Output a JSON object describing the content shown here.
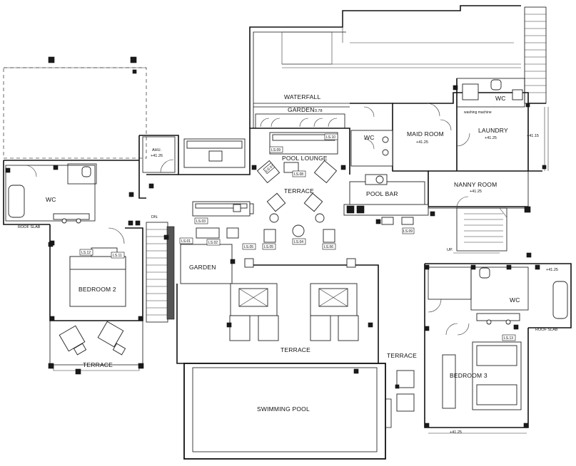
{
  "rooms": {
    "waterfall": "WATERFALL",
    "garden_top": "GARDEN",
    "garden_top_level": "-3.78",
    "pool_lounge": "POOL LOUNGE",
    "terrace_main": "TERRACE",
    "pool_bar": "POOL BAR",
    "garden_mid": "GARDEN",
    "terrace_pool": "TERRACE",
    "terrace_right": "TERRACE",
    "terrace_left": "TERRACE",
    "swimming_pool": "SWIMMING  POOL",
    "bedroom2": "BEDROOM 2",
    "bedroom3": "BEDROOM 3",
    "wc_left": "WC",
    "wc_center": "WC",
    "wc_top_right": "WC",
    "wc_right": "WC",
    "maid_room": "MAID ROOM",
    "maid_room_level": "+41.25",
    "laundry": "LAUNDRY",
    "laundry_level": "+41.25",
    "washing_machine": "washing machine",
    "nanny_room": "NANNY ROOM",
    "nanny_room_level": "+41.25",
    "ahu": "AHU.",
    "ahu_level": "+41.26",
    "level_east": "+41.15",
    "level_right_top": "+41.25",
    "level_bedroom3": "+41.25",
    "roof_slab_left": "ROOF SLAB",
    "roof_slab_right": "ROOF SLAB",
    "dn": "DN.",
    "up": "UP."
  },
  "tags": {
    "ls01": "LS.01",
    "ls02": "LS.02",
    "ls03": "LS.03",
    "ls04": "LS.04",
    "ls05": "LS.05",
    "ls06": "LS.06",
    "ls07": "LS.07",
    "ls08": "LS.08",
    "ls09": "LS.09",
    "ls10": "LS.10",
    "ls11": "LS.11",
    "ls12": "LS.12",
    "ls13": "LS.13"
  }
}
